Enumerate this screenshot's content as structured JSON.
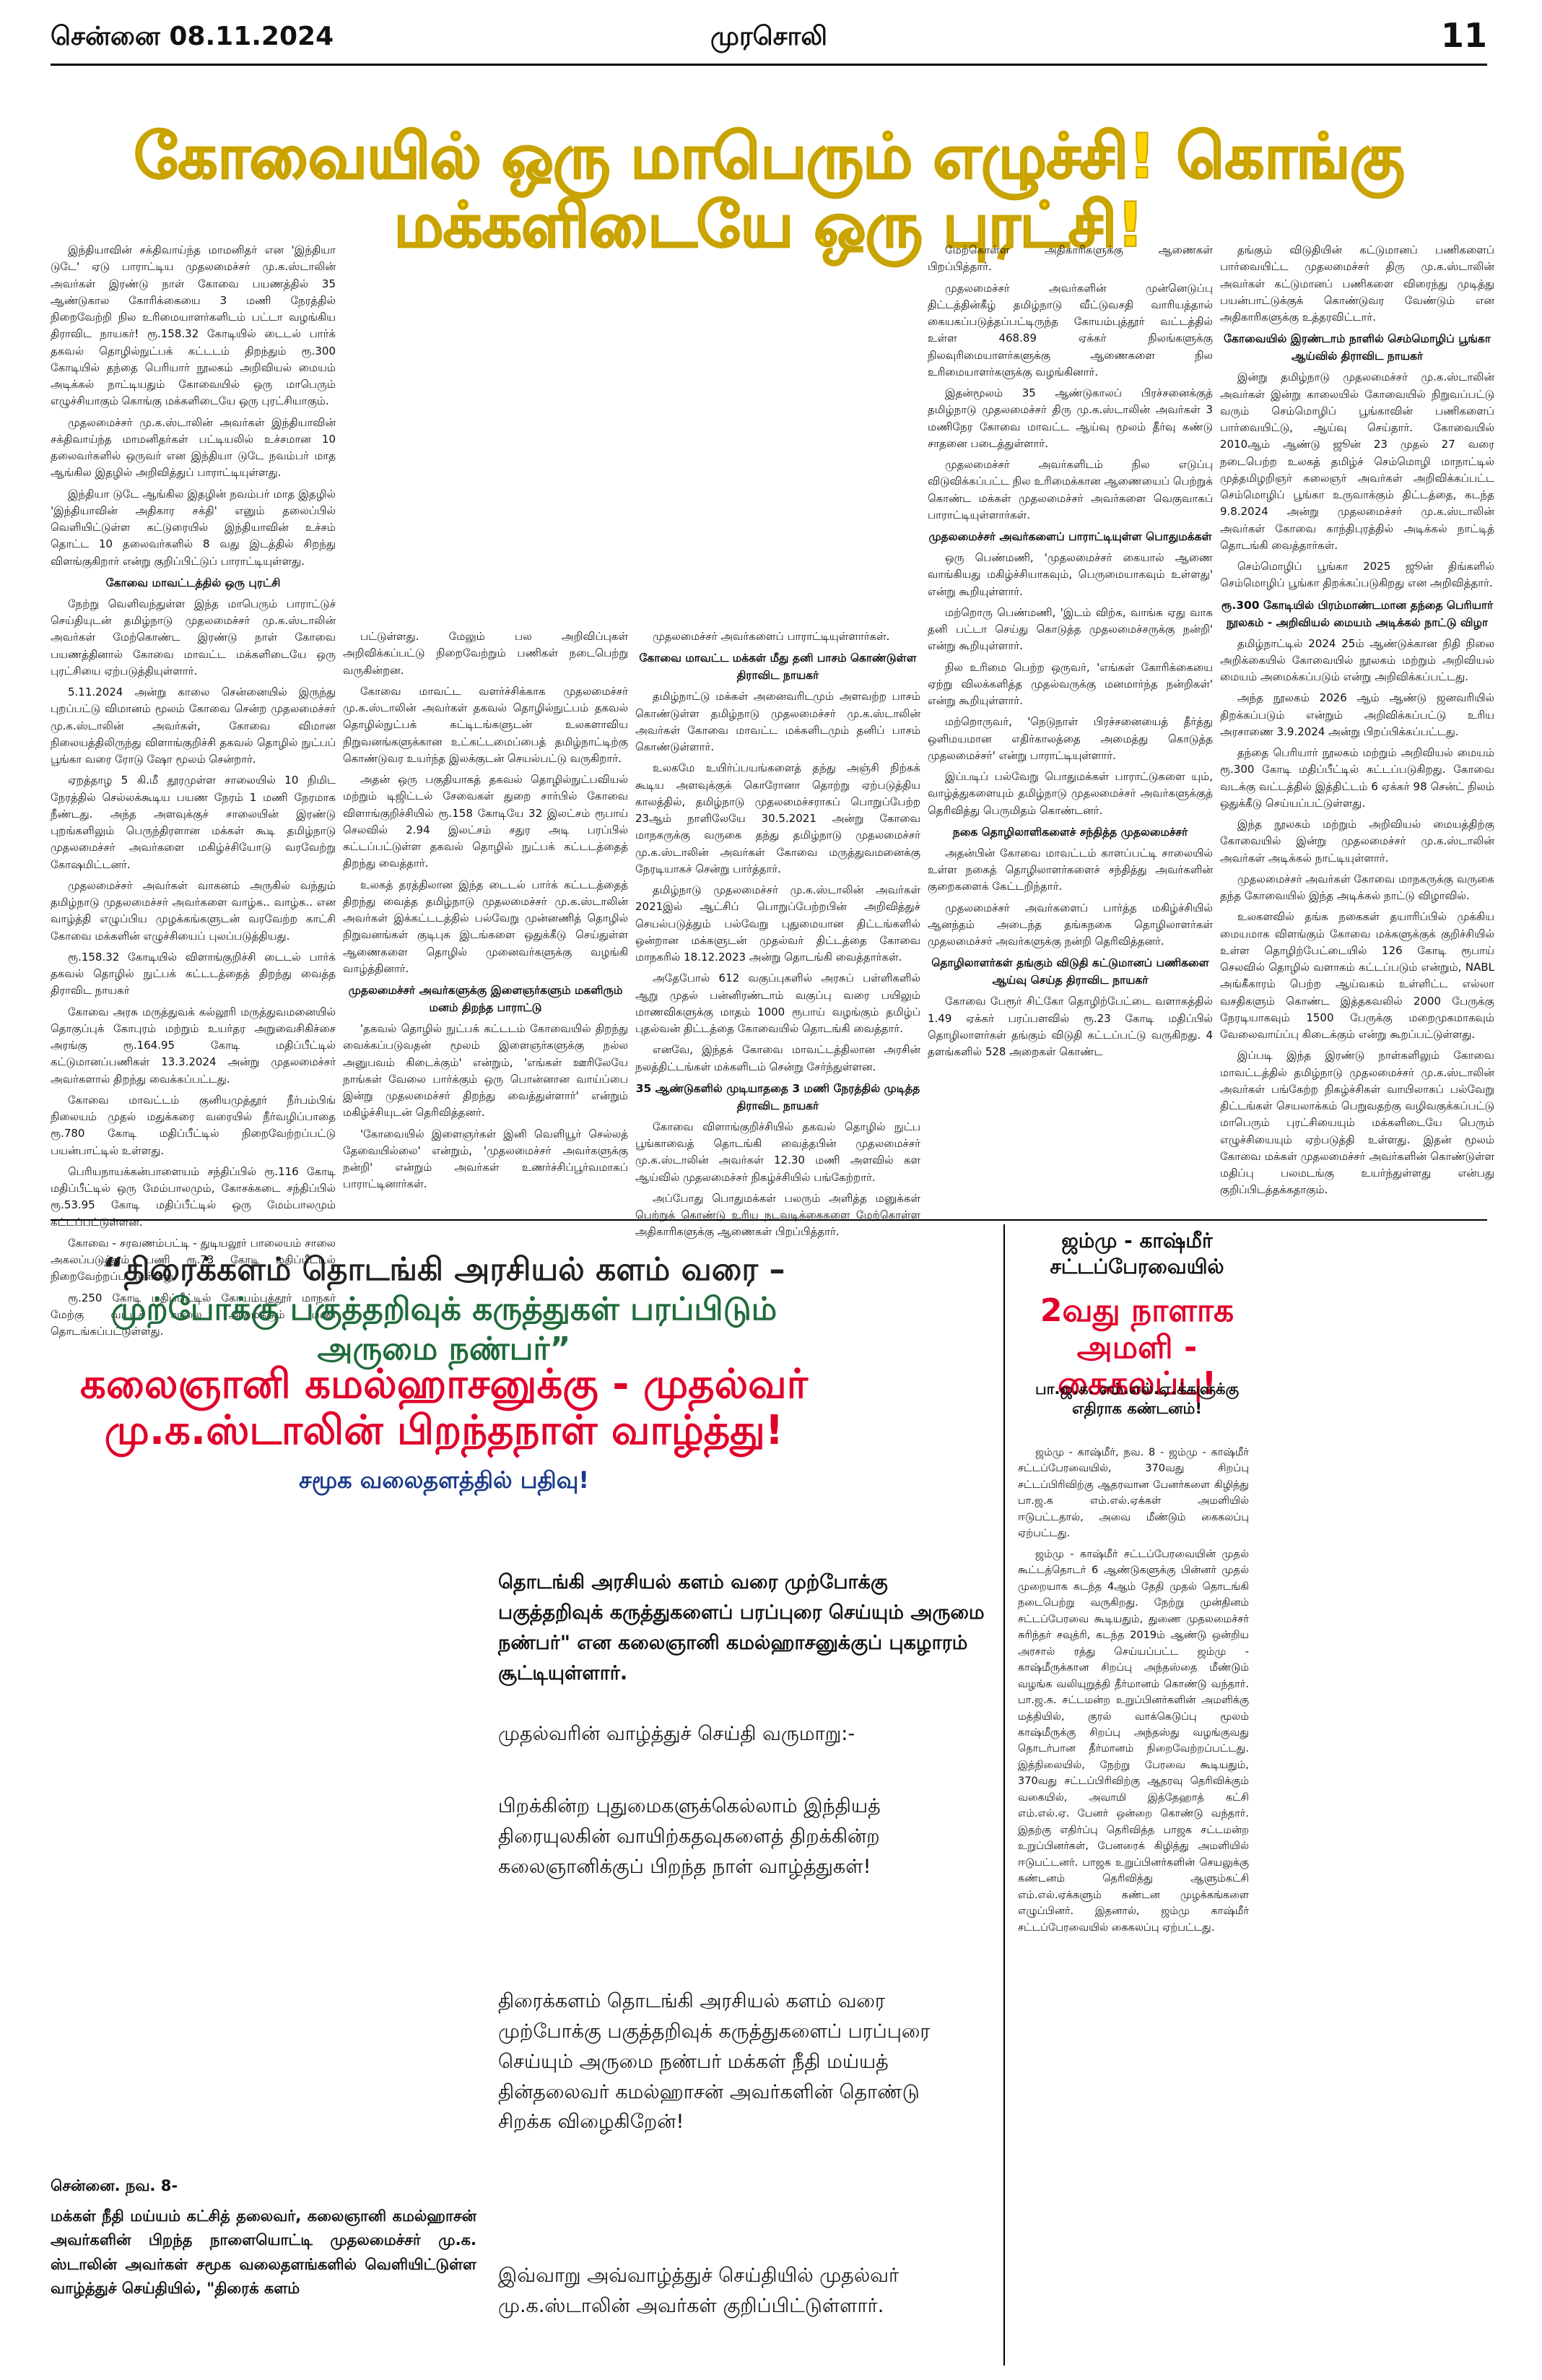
{
  "header": {
    "date": "சென்னை 08.11.2024",
    "paper_name": "முரசொலி",
    "page_number": "11"
  },
  "banner": {
    "headline": "கோவையில் ஒரு மாபெரும் எழுச்சி! கொங்கு மக்களிடையே ஒரு புரட்சி!"
  },
  "columns": {
    "col1": {
      "paragraphs": [
        "இந்தியாவின் சக்திவாய்ந்த மாமனிதர் என 'இந்தியா டுடே' ஏடு பாராட்டிய முதலமைச்சர் மு.க.ஸ்டாலின் அவர்கள் இரண்டு நாள் கோவை பயணத்தில் 35 ஆண்டுகால கோரிக்கையை 3 மணி நேரத்தில் நிறைவேற்றி நில உரிமையாளர்களிடம் பட்டா வழங்கிய திராவிட நாயகர்! ரூ.158.32 கோடியில் டைடல் பார்க் தகவல் தொழில்நுட்பக் கட்டடம் திறந்தும் ரூ.300 கோடியில் தந்தை பெரியார் நூலகம் அறிவியல் மையம் அடிக்கல் நாட்டியதும் கோவையில் ஒரு மாபெரும் எழுச்சியாகும் கொங்கு மக்களிடையே ஒரு புரட்சியாகும்.",
        "முதலமைச்சர் மு.க.ஸ்டாலின் அவர்கள் இந்தியாவின் சக்திவாய்ந்த மாமனிதர்கள் பட்டியலில் உச்சமான 10 தலைவர்களில் ஒருவர் என இந்தியா டுடே நவம்பர் மாத ஆங்கில இதழில் அறிவித்துப் பாராட்டியுள்ளது.",
        "இந்தியா டுடே ஆங்கில இதழின் நவம்பர் மாத இதழில் 'இந்தியாவின் அதிகார சக்தி' எனும் தலைப்பில் வெளியிட்டுள்ள கட்டுரையில் இந்தியாவின் உச்சம் தொட்ட 10 தலைவர்களில் 8 வது இடத்தில் சிறந்து விளங்குகிறார் என்று குறிப்பிட்டுப் பாராட்டியுள்ளது."
      ],
      "subhead1": "கோவை மாவட்டத்தில் ஒரு புரட்சி",
      "paragraphs2": [
        "நேற்று வெளிவந்துள்ள இந்த மாபெரும் பாராட்டுச் செய்தியுடன் தமிழ்நாடு முதலமைச்சர் மு.க.ஸ்டாலின் அவர்கள் மேற்கொண்ட இரண்டு நாள் கோவை பயணத்தினால் கோவை மாவட்ட மக்களிடையே ஒரு புரட்சியை ஏற்படுத்தியுள்ளார்.",
        "5.11.2024 அன்று காலை சென்னையில் இருந்து புறப்பட்டு விமானம் மூலம் கோவை சென்ற முதலமைச்சர் மு.க.ஸ்டாலின் அவர்கள், கோவை விமான நிலையத்திலிருந்து விளாங்குறிச்சி தகவல் தொழில் நுட்பப் பூங்கா வரை ரோடு ஷோ மூலம் சென்றார்.",
        "ஏறத்தாழ 5 கி.மீ தூரமுள்ள சாலையில் 10 நிமிட நேரத்தில் செல்லக்கூடிய பயண நேரம் 1 மணி நேரமாக நீண்டது. அந்த அளவுக்குச் சாலையின் இரண்டு புறங்களிலும் பெருந்திரளான மக்கள் கூடி தமிழ்நாடு முதலமைச்சர் அவர்களை மகிழ்ச்சியோடு வரவேற்று கோஷமிட்டனர்.",
        "முதலமைச்சர் அவர்கள் வாகனம் அருகில் வந்தும் தமிழ்நாடு முதலமைச்சர் அவர்களை வாழ்க.. வாழ்க.. என வாழ்த்தி எழுப்பிய முழக்கங்களுடன் வரவேற்ற காட்சி கோவை மக்களின் எழுச்சியைப் புலப்படுத்தியது.",
        "ரூ.158.32 கோடியில் விளாங்குறிச்சி டைடல் பார்க் தகவல் தொழில் நுட்பக் கட்டடத்தைத் திறந்து வைத்த திராவிட நாயகர்",
        "கோவை அரசு மருத்துவக் கல்லூரி மருத்துவமனையில் தொகுப்புக் கோபுரம் மற்றும் உயர்தர அறுவைசிகிச்சை அரங்கு ரூ.164.95 கோடி மதிப்பீட்டில் கட்டுமானப்பணிகள் 13.3.2024 அன்று முதலமைச்சர் அவர்களால் திறந்து வைக்கப்பட்டது.",
        "கோவை மாவட்டம் குனியமுத்தூர் நீர்பம்பிங் நிலையம் முதல் மதுக்கரை வரையில் நீர்வழிப்பாதை ரூ.780 கோடி மதிப்பீட்டில் நிறைவேற்றப்பட்டு பயன்பாட்டில் உள்ளது.",
        "பெரியநாயக்கன்பாளையம் சந்திப்பில் ரூ.116 கோடி மதிப்பீட்டில் ஒரு மேம்பாலமும், கோசக்கடை சந்திப்பில் ரூ.53.95 கோடி மதிப்பீட்டில் ஒரு மேம்பாலமும் கட்டப்பட்டுள்ளன.",
        "கோவை - சரவணம்பட்டி - துடியலூர் பாலையம் சாலை அகலப்படுத்தும் பணி ரூ.73 கோடி மதிப்பீட்டில் நிறைவேற்றப்பட்டுள்ளது.",
        "ரூ.250 கோடி மதிப்பீட்டில் கோயம்புத்தூர் மாநகர் மேற்கு வட்டச் சாலை அமைக்கும் பணி தொடங்கப்பட்டுள்ளது."
      ]
    },
    "col2": {
      "paragraphs": [
        "பட்டுள்ளது. மேலும் பல அறிவிப்புகள் அறிவிக்கப்பட்டு நிறைவேற்றும் பணிகள் நடைபெற்று வருகின்றன.",
        "கோவை மாவட்ட வளர்ச்சிக்காக முதலமைச்சர் மு.க.ஸ்டாலின் அவர்கள் தகவல் தொழில்நுட்பம் தகவல் தொழில்நுட்பக் கட்டிடங்களுடன் உலகளாவிய நிறுவனங்களுக்கான உட்கட்டமைப்பைத் தமிழ்நாட்டிற்கு கொண்டுவர உயர்ந்த இலக்குடன் செயல்பட்டு வருகிறார்.",
        "அதன் ஒரு பகுதியாகத் தகவல் தொழில்நுட்பவியல் மற்றும் டிஜிட்டல் சேவைகள் துறை சார்பில் கோவை விளாங்குறிச்சியில் ரூ.158 கோடியே 32 இலட்சம் ரூபாய் செலவில் 2.94 இலட்சம் சதுர அடி பரப்பில் கட்டப்பட்டுள்ள தகவல் தொழில் நுட்பக் கட்டடத்தைத் திறந்து வைத்தார்.",
        "உலகத் தரத்திலான இந்த டைடல் பார்க் கட்டடத்தைத் திறந்து வைத்த தமிழ்நாடு முதலமைச்சர் மு.க.ஸ்டாலின் அவர்கள் இக்கட்டடத்தில் பல்வேறு முன்னணித் தொழில் நிறுவனங்கள் குடிபுக இடங்களை ஒதுக்கீடு செய்துள்ள ஆணைகளை தொழில் முனைவர்களுக்கு வழங்கி வாழ்த்தினார்."
      ],
      "subhead1": "முதலமைச்சர் அவர்களுக்கு இளைஞர்களும் மகளிரும் மனம் திறந்த பாராட்டு",
      "paragraphs2": [
        "'தகவல் தொழில் நுட்பக் கட்டடம் கோவையில் திறந்து வைக்கப்படுவதன் மூலம் இளைஞர்களுக்கு நல்ல அனுபவம் கிடைக்கும்' என்றும், 'எங்கள் ஊரிலேயே நாங்கள் வேலை பார்க்கும் ஒரு பொன்னான வாய்ப்பை இன்று முதலமைச்சர் திறந்து வைத்துள்ளார்' என்றும் மகிழ்ச்சியுடன் தெரிவித்தனர்.",
        "'கோவையில் இளைஞர்கள் இனி வெளியூர் செல்லத் தேவையில்லை' என்றும், 'முதலமைச்சர் அவர்களுக்கு நன்றி' என்றும் அவர்கள் உணர்ச்சிப்பூர்வமாகப் பாராட்டினார்கள்."
      ]
    },
    "col3": {
      "paragraphs": [
        "முதலமைச்சர் அவர்களைப் பாராட்டியுள்ளார்கள்."
      ],
      "subhead1": "கோவை மாவட்ட மக்கள் மீது தனி பாசம் கொண்டுள்ள திராவிட நாயகர்",
      "paragraphs2": [
        "தமிழ்நாட்டு மக்கள் அனைவரிடமும் அளவற்ற பாசம் கொண்டுள்ள தமிழ்நாடு முதலமைச்சர் மு.க.ஸ்டாலின் அவர்கள் கோவை மாவட்ட மக்களிடமும் தனிப் பாசம் கொண்டுள்ளார்.",
        "உலகமே உயிர்ப்பயங்களைத் தந்து அஞ்சி நிற்கக் கூடிய அளவுக்குக் கொரோனா தொற்று ஏற்படுத்திய காலத்தில், தமிழ்நாடு முதலமைச்சராகப் பொறுப்பேற்ற 23ஆம் நாளிலேயே 30.5.2021 அன்று கோவை மாநகருக்கு வருகை தந்து தமிழ்நாடு முதலமைச்சர் மு.க.ஸ்டாலின் அவர்கள் கோவை மருத்துவமனைக்கு நேரடியாகச் சென்று பார்த்தார்.",
        "தமிழ்நாடு முதலமைச்சர் மு.க.ஸ்டாலின் அவர்கள் 2021இல் ஆட்சிப் பொறுப்பேற்றபின் அறிவித்துச் செயல்படுத்தும் பல்வேறு புதுமையான திட்டங்களில் ஒன்றான மக்களுடன் முதல்வர் திட்டத்தை கோவை மாநகரில் 18.12.2023 அன்று தொடங்கி வைத்தார்கள்.",
        "அதேபோல் 612 வகுப்புகளில் அரசுப் பள்ளிகளில் ஆறு முதல் பன்னிரண்டாம் வகுப்பு வரை பயிலும் மாணவிகளுக்கு மாதம் 1000 ரூபாய் வழங்கும் தமிழ்ப் புதல்வன் திட்டத்தை கோவையில் தொடங்கி வைத்தார்.",
        "எனவே, இந்தக் கோவை மாவட்டத்திலான அரசின் நலத்திட்டங்கள் மக்களிடம் சென்று சேர்ந்துள்ளன."
      ],
      "subhead2": "35 ஆண்டுகளில் முடியாததை 3 மணி நேரத்தில் முடித்த திராவிட நாயகர்",
      "paragraphs3": [
        "கோவை விளாங்குறிச்சியில் தகவல் தொழில் நுட்ப பூங்காவைத் தொடங்கி வைத்தபின் முதலமைச்சர் மு.க.ஸ்டாலின் அவர்கள் 12.30 மணி அளவில் கள ஆய்வில் முதலமைச்சர் நிகழ்ச்சியில் பங்கேற்றார்.",
        "அப்போது பொதுமக்கள் பலரும் அளித்த மனுக்கள் பெற்றுக் கொண்டு உரிய நடவடிக்கைகளை மேற்கொள்ள அதிகாரிகளுக்கு ஆணைகள் பிறப்பித்தார்."
      ]
    },
    "col4": {
      "paragraphs": [
        "மேற்கொள்ள அதிகாரிகளுக்கு ஆணைகள் பிறப்பித்தார்.",
        "முதலமைச்சர் அவர்களின் முன்னெடுப்பு திட்டத்தின்கீழ் தமிழ்நாடு வீட்டுவசதி வாரியத்தால் கையகப்படுத்தப்பட்டிருந்த கோயம்புத்தூர் வட்டத்தில் உள்ள 468.89 ஏக்கர் நிலங்களுக்கு நிலவுரிமையாளர்களுக்கு ஆணைகளை நில உரிமையாளர்களுக்கு வழங்கினார்.",
        "இதன்மூலம் 35 ஆண்டுகாலப் பிரச்சனைக்குத் தமிழ்நாடு முதலமைச்சர் திரு மு.க.ஸ்டாலின் அவர்கள் 3 மணிநேர கோவை மாவட்ட ஆய்வு மூலம் தீர்வு கண்டு சாதனை படைத்துள்ளார்.",
        "முதலமைச்சர் அவர்களிடம் நில எடுப்பு விடுவிக்கப்பட்ட நில உரிமைக்கான ஆணையைப் பெற்றுக் கொண்ட மக்கள் முதலமைச்சர் அவர்களை வெகுவாகப் பாராட்டியுள்ளார்கள்."
      ],
      "subhead1": "முதலமைச்சர் அவர்களைப் பாராட்டியுள்ள பொதுமக்கள்",
      "paragraphs2": [
        "ஒரு பெண்மணி, 'முதலமைச்சர் கையால் ஆணை வாங்கியது மகிழ்ச்சியாகவும், பெருமையாகவும் உள்ளது' என்று கூறியுள்ளார்.",
        "மற்றொரு பெண்மணி, 'இடம் விற்க, வாங்க ஏது வாக தனி பட்டா செய்து கொடுத்த முதலமைச்சருக்கு நன்றி' என்று கூறியுள்ளார்.",
        "நில உரிமை பெற்ற ஒருவர், 'எங்கள் கோரிக்கையை ஏற்று விலக்களித்த முதல்வருக்கு மனமார்ந்த நன்றிகள்' என்று கூறியுள்ளார்.",
        "மற்றொருவர், 'நெடுநாள் பிரச்சனையைத் தீர்த்து ஒளிமயமான எதிர்காலத்தை அமைத்து கொடுத்த முதலமைச்சர்' என்று பாராட்டியுள்ளார்.",
        "இப்படிப் பல்வேறு பொதுமக்கள் பாராட்டுகளை யும், வாழ்த்துகளையும் தமிழ்நாடு முதலமைச்சர் அவர்களுக்குத் தெரிவித்து பெருமிதம் கொண்டனர்."
      ],
      "subhead2": "நகை தொழிலாளிகளைச் சந்தித்த முதலமைச்சர்",
      "paragraphs3": [
        "அதன்பின் கோவை மாவட்டம் காளப்பட்டி சாலையில் உள்ள நகைத் தொழிலாளர்களைச் சந்தித்து அவர்களின் குறைகளைக் கேட்டறிந்தார்.",
        "முதலமைச்சர் அவர்களைப் பார்த்த மகிழ்ச்சியில் ஆனந்தம் அடைந்த தங்கநகை தொழிலாளர்கள் முதலமைச்சர் அவர்களுக்கு நன்றி தெரிவித்தனர்."
      ],
      "subhead3": "தொழிலாளர்கள் தங்கும் விடுதி கட்டுமானப் பணிகளை ஆய்வு செய்த திராவிட நாயகர்",
      "paragraphs4": [
        "கோவை பேரூர் சிட்கோ தொழிற்பேட்டை வளாகத்தில் 1.49 ஏக்கர் பரப்பளவில் ரூ.23 கோடி மதிப்பில் தொழிலாளர்கள் தங்கும் விடுதி கட்டப்பட்டு வருகிறது. 4 தளங்களில் 528 அறைகள் கொண்ட"
      ]
    },
    "col5": {
      "paragraphs": [
        "தங்கும் விடுதியின் கட்டுமானப் பணிகளைப் பார்வையிட்ட முதலமைச்சர் திரு மு.க.ஸ்டாலின் அவர்கள் கட்டுமானப் பணிகளை விரைந்து முடித்து பயன்பாட்டுக்குக் கொண்டுவர வேண்டும் என அதிகாரிகளுக்கு உத்தரவிட்டார்."
      ],
      "subhead1": "கோவையில் இரண்டாம் நாளில் செம்மொழிப் பூங்கா ஆய்வில் திராவிட நாயகர்",
      "paragraphs2": [
        "இன்று தமிழ்நாடு முதலமைச்சர் மு.க.ஸ்டாலின் அவர்கள் இன்று காலையில் கோவையில் நிறுவப்பட்டு வரும் செம்மொழிப் பூங்காவின் பணிகளைப் பார்வையிட்டு, ஆய்வு செய்தார். கோவையில் 2010ஆம் ஆண்டு ஜூன் 23 முதல் 27 வரை நடைபெற்ற உலகத் தமிழ்ச் செம்மொழி மாநாட்டில் முத்தமிழறிஞர் கலைஞர் அவர்கள் அறிவிக்கப்பட்ட செம்மொழிப் பூங்கா உருவாக்கும் திட்டத்தை, கடந்த 9.8.2024 அன்று முதலமைச்சர் மு.க.ஸ்டாலின் அவர்கள் கோவை காந்திபுரத்தில் அடிக்கல் நாட்டித் தொடங்கி வைத்தார்கள்.",
        "செம்மொழிப் பூங்கா 2025 ஜூன் திங்களில் செம்மொழிப் பூங்கா திறக்கப்படுகிறது என அறிவித்தார்."
      ],
      "subhead2": "ரூ.300 கோடியில் பிரம்மாண்டமான தந்தை பெரியார் நூலகம் - அறிவியல் மையம் அடிக்கல் நாட்டு விழா",
      "paragraphs3": [
        "தமிழ்நாட்டில் 2024 25ம் ஆண்டுக்கான நிதி நிலை அறிக்கையில் கோவையில் நூலகம் மற்றும் அறிவியல் மையம் அமைக்கப்படும் என்று அறிவிக்கப்பட்டது.",
        "அந்த நூலகம் 2026 ஆம் ஆண்டு ஜனவரியில் திறக்கப்படும் என்றும் அறிவிக்கப்பட்டு உரிய அரசாணை 3.9.2024 அன்று பிறப்பிக்கப்பட்டது.",
        "தந்தை பெரியார் நூலகம் மற்றும் அறிவியல் மையம் ரூ.300 கோடி மதிப்பீட்டில் கட்டப்படுகிறது. கோவை வடக்கு வட்டத்தில் இத்திட்டம் 6 ஏக்கர் 98 சென்ட் நிலம் ஒதுக்கீடு செய்யப்பட்டுள்ளது.",
        "இந்த நூலகம் மற்றும் அறிவியல் மையத்திற்கு கோவையில் இன்று முதலமைச்சர் மு.க.ஸ்டாலின் அவர்கள் அடிக்கல் நாட்டியுள்ளார்.",
        "முதலமைச்சர் அவர்கள் கோவை மாநகருக்கு வருகை தந்த கோவையில் இந்த அடிக்கல் நாட்டு விழாவில்.",
        "உலகளவில் தங்க நகைகள் தயாரிப்பில் முக்கிய மையமாக விளங்கும் கோவை மக்களுக்குக் குறிச்சியில் உள்ள தொழிற்பேட்டையில் 126 கோடி ரூபாய் செலவில் தொழில் வளாகம் கட்டப்படும் என்றும், NABL அங்கீகாரம் பெற்ற ஆய்வகம் உள்ளிட்ட எல்லா வசதிகளும் கொண்ட இத்தகவலில் 2000 பேருக்கு நேரடியாகவும் 1500 பேருக்கு மறைமுகமாகவும் வேலைவாய்ப்பு கிடைக்கும் என்று கூறப்பட்டுள்ளது.",
        "இப்படி இந்த இரண்டு நாள்களிலும் கோவை மாவட்டத்தில் தமிழ்நாடு முதலமைச்சர் மு.க.ஸ்டாலின் அவர்கள் பங்கேற்ற நிகழ்ச்சிகள் வாயிலாகப் பல்வேறு திட்டங்கள் செயலாக்கம் பெறுவதற்கு வழிவகுக்கப்பட்டு மாபெரும் புரட்சியையும் மக்களிடையே பெரும் எழுச்சியையும் ஏற்படுத்தி உள்ளது. இதன் மூலம் கோவை மக்கள் முதலமைச்சர் அவர்களின் கொண்டுள்ள மதிப்பு பலமடங்கு உயர்ந்துள்ளது என்பது குறிப்பிடத்தக்கதாகும்."
      ]
    }
  },
  "lower_left": {
    "quote_line1": "“திரைக்களம் தொடங்கி அரசியல் களம் வரை –",
    "quote_line2": "முற்போக்கு பகுத்தறிவுக் கருத்துகள் பரப்பிடும் அருமை நண்பர்”",
    "red_headline": "கலைஞானி கமல்ஹாசனுக்கு - முதல்வர் மு.க.ஸ்டாலின் பிறந்தநாள் வாழ்த்து!",
    "blue_sub": "சமூக வலைதளத்தில் பதிவு!",
    "dateline": "சென்னை. நவ. 8-",
    "lead": "மக்கள் நீதி மய்யம் கட்சித் தலைவர், கலைஞானி கமல்ஹாசன் அவர்களின் பிறந்த நாளையொட்டி முதலமைச்சர் மு.க. ஸ்டாலின் அவர்கள் சமூக வலைதளங்களில் வெளியிட்டுள்ள வாழ்த்துச் செய்தியில், \"திரைக் களம்"
  },
  "lower_middle": {
    "lead_bold": "தொடங்கி அரசியல் களம் வரை முற்போக்கு பகுத்தறிவுக் கருத்துகளைப் பரப்புரை செய்யும் அருமை நண்பர்\" என கலைஞானி கமல்ஹாசனுக்குப் புகழாரம் சூட்டியுள்ளார்.",
    "p1": "முதல்வரின் வாழ்த்துச் செய்தி வருமாறு:-",
    "p2": "பிறக்கின்ற புதுமைகளுக்கெல்லாம் இந்தியத் திரையுலகின் வாயிற்கதவுகளைத் திறக்கின்ற கலைஞானிக்குப் பிறந்த நாள் வாழ்த்துகள்!",
    "p3": "திரைக்களம் தொடங்கி அரசியல் களம் வரை முற்போக்கு பகுத்தறிவுக் கருத்துகளைப் பரப்புரை செய்யும் அருமை நண்பர் மக்கள் நீதி மய்யத் தின்தலைவர் கமல்ஹாசன் அவர்களின் தொண்டு சிறக்க விழைகிறேன்!",
    "p4": "இவ்வாறு அவ்வாழ்த்துச் செய்தியில் முதல்வர் மு.க.ஸ்டாலின் அவர்கள் குறிப்பிட்டுள்ளார்."
  },
  "lower_right": {
    "head1": "ஜம்மு - காஷ்மீர் சட்டப்பேரவையில்",
    "head2": "2வது நாளாக அமளி - கைகலப்பு!",
    "head3": "பா.ஜ.க. எம்.எல்.ஏ.க்களுக்கு எதிராக கண்டனம்!",
    "body": [
      "ஜம்மு - காஷ்மீர், நவ. 8 - ஜம்மு - காஷ்மீர் சட்டப்பேரவையில், 370வது சிறப்பு சட்டப்பிரிவிற்கு ஆதரவான பேனர்களை கிழித்து பா.ஜ.க எம்.எல்.ஏக்கள் அமளியில் ஈடுபட்டதால், அவை மீண்டும் கைகலப்பு ஏற்பட்டது.",
      "ஜம்மு - காஷ்மீர் சட்டப்பேரவையின் முதல் கூட்டத்தொடர் 6 ஆண்டுகளுக்கு பின்னர் முதல் முறையாக கடந்த 4ஆம் தேதி முதல் தொடங்கி நடைபெற்று வருகிறது. நேற்று முன்தினம் சட்டப்பேரவை கூடியதும், துணை முதலமைச்சர் சுரிந்தர் சவுத்ரி, கடந்த 2019ம் ஆண்டு ஒன்றிய அரசால் ரத்து செய்யப்பட்ட ஜம்மு - காஷ்மீருக்கான சிறப்பு அந்தஸ்தை மீண்டும் வழங்க வலியுறுத்தி தீர்மானம் கொண்டு வந்தார். பா.ஜ.க. சட்டமன்ற உறுப்பினர்களின் அமளிக்கு மத்தியில், குரல் வாக்கெடுப்பு மூலம் காஷ்மீருக்கு சிறப்பு அந்தஸ்து வழங்குவது தொடர்பான தீர்மானம் நிறைவேற்றப்பட்டது. இத்நிலையில், நேற்று பேரவை கூடியதும், 370வது சட்டப்பிரிவிற்கு ஆதரவு தெரிவிக்கும் வகையில், அவாமி இத்தேஹாத் கட்சி எம்.எல்.ஏ. பேனர் ஒன்றை கொண்டு வந்தார். இதற்கு எதிர்ப்பு தெரிவித்த பாஜக சட்டமன்ற உறுப்பினர்கள், பேனரைக் கிழித்து அமளியில் ஈடுபட்டனர். பாஜக உறுப்பினர்களின் செயலுக்கு கண்டனம் தெரிவித்து ஆளும்கட்சி எம்.எல்.ஏக்களும் கண்டன முழக்கங்களை எழுப்பினர். இதனால், ஜம்மு காஷ்மீர் சட்டப்பேரவையில் கைகலப்பு ஏற்பட்டது."
    ]
  }
}
